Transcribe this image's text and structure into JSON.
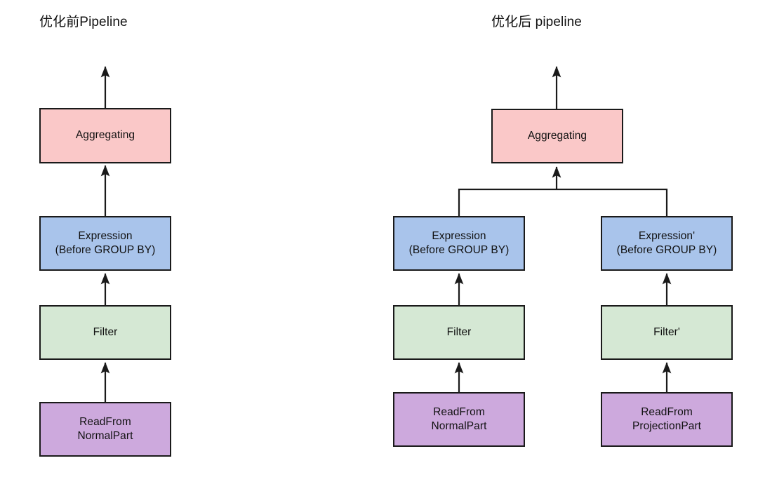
{
  "diagram": {
    "background_color": "#ffffff",
    "stroke_color": "#1a1a1a",
    "palette": {
      "aggregating": "#fac8c8",
      "expression": "#a9c4eb",
      "filter": "#d5e8d4",
      "readfrom": "#cda9dd"
    },
    "pipelines": [
      {
        "id": "before",
        "title": "优化前Pipeline",
        "nodes": [
          {
            "id": "l-aggregating",
            "label": "Aggregating",
            "kind": "aggregating"
          },
          {
            "id": "l-expression",
            "label": "Expression\n(Before GROUP BY)",
            "kind": "expression"
          },
          {
            "id": "l-filter",
            "label": "Filter",
            "kind": "filter"
          },
          {
            "id": "l-readfrom",
            "label": "ReadFrom\nNormalPart",
            "kind": "readfrom"
          }
        ]
      },
      {
        "id": "after",
        "title": "优化后 pipeline",
        "nodes": [
          {
            "id": "r-aggregating",
            "label": "Aggregating",
            "kind": "aggregating"
          },
          {
            "id": "r-expression",
            "label": "Expression\n(Before GROUP BY)",
            "kind": "expression"
          },
          {
            "id": "r-filter",
            "label": "Filter",
            "kind": "filter"
          },
          {
            "id": "r-readfrom",
            "label": "ReadFrom\nNormalPart",
            "kind": "readfrom"
          },
          {
            "id": "r-expression-alt",
            "label": "Expression'\n(Before GROUP BY)",
            "kind": "expression"
          },
          {
            "id": "r-filter-alt",
            "label": "Filter'",
            "kind": "filter"
          },
          {
            "id": "r-readfrom-alt",
            "label": "ReadFrom\nProjectionPart",
            "kind": "readfrom"
          }
        ]
      }
    ]
  }
}
